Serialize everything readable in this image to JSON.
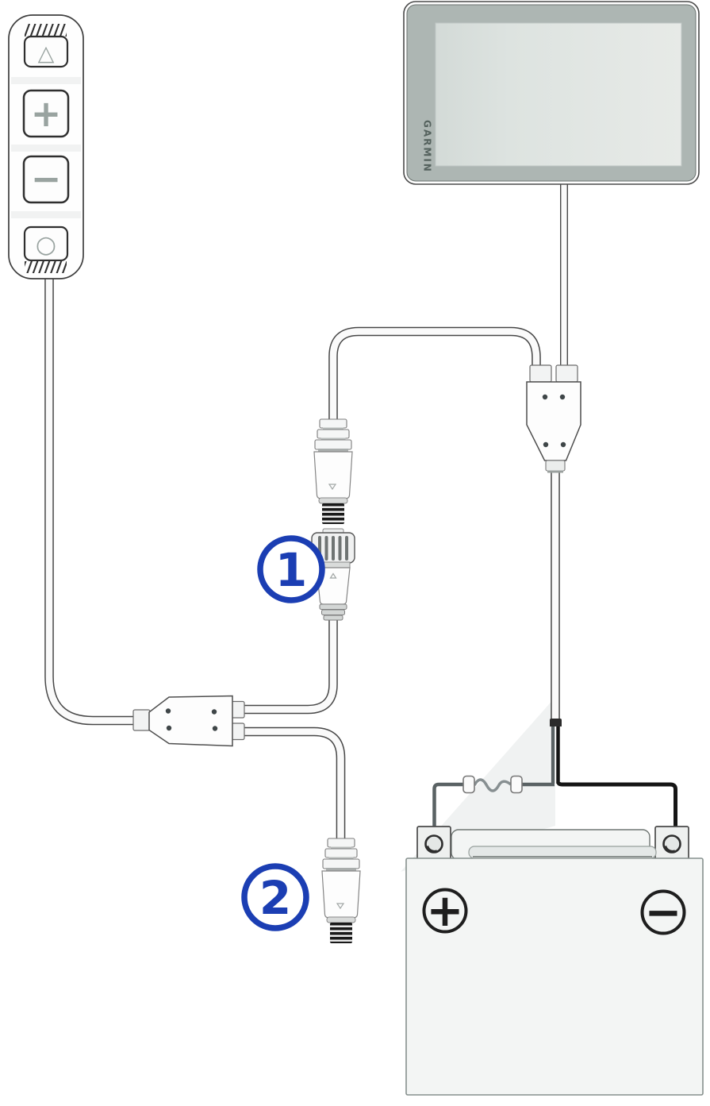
{
  "diagram": {
    "display": {
      "brand_label": "GARMIN"
    },
    "keypad": {
      "buttons": [
        {
          "name": "up-button",
          "glyph": "△"
        },
        {
          "name": "plus-button",
          "glyph": "+"
        },
        {
          "name": "minus-button",
          "glyph": "−"
        },
        {
          "name": "power-button",
          "glyph": "○"
        }
      ]
    },
    "callouts": [
      {
        "label": "1"
      },
      {
        "label": "2"
      }
    ],
    "battery": {
      "positive_label": "+",
      "negative_label": "−"
    },
    "colors": {
      "callout_blue": "#1b3eb3",
      "outline_dark": "#474747",
      "bezel_gray": "#adb6b3",
      "screen_gray": "#dde3e0",
      "wire_gray": "#5a6264",
      "wire_black": "#151515"
    }
  }
}
